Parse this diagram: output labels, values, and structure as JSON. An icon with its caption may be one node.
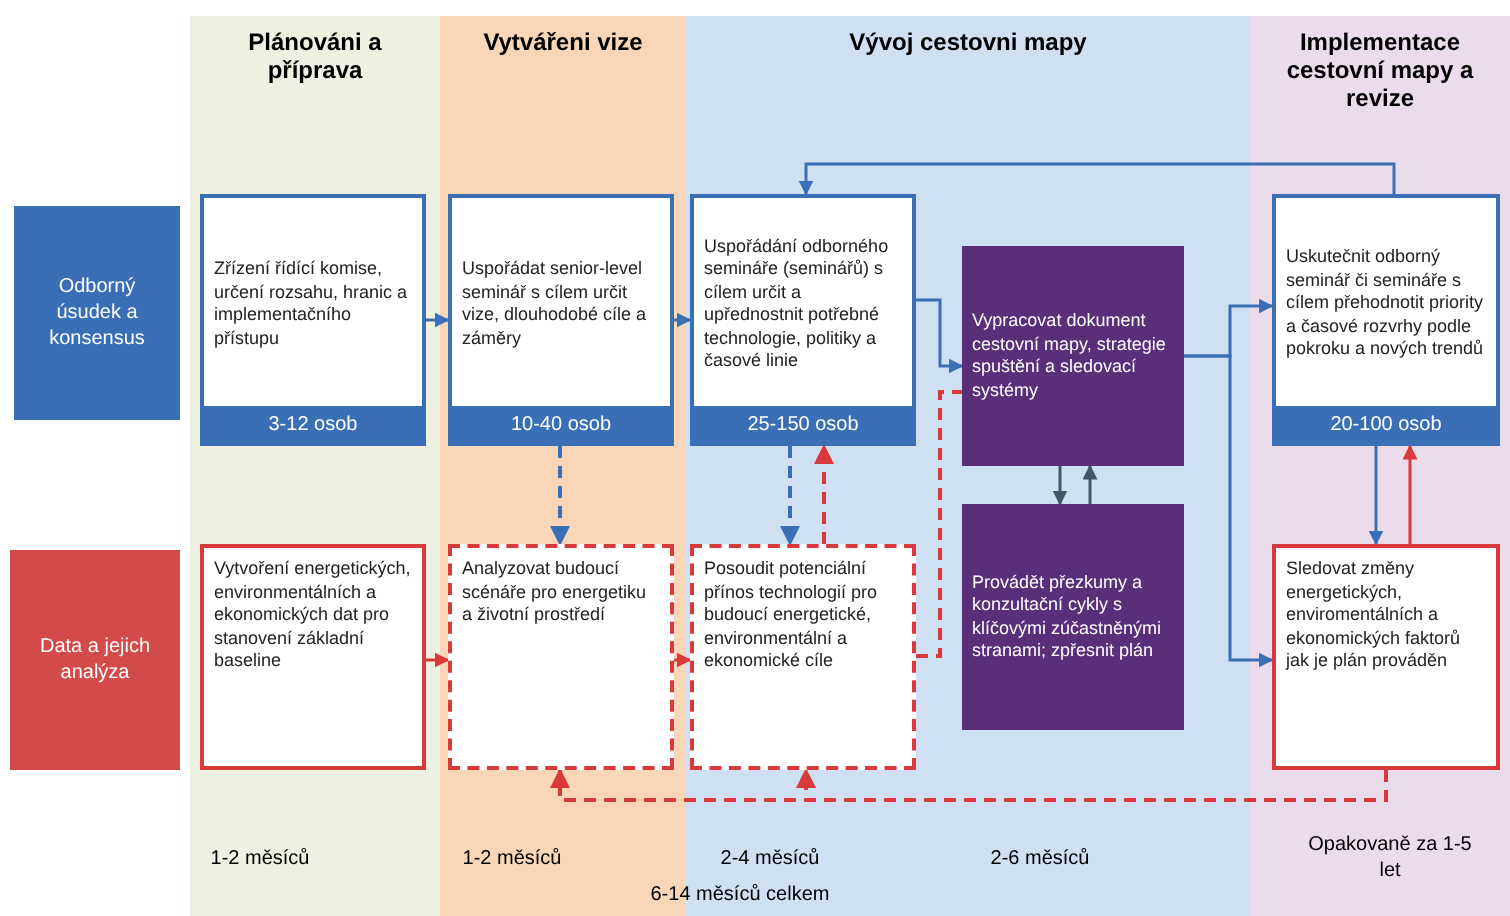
{
  "diagram": {
    "nodes": [
      {
        "text": [
          "Plánováni a příprava"
        ]
      },
      {
        "text": [
          "Vytvářeni vize"
        ]
      },
      {
        "text": [
          "Vývoj cestovni mapy"
        ]
      },
      {
        "text": [
          "Implementace cestovní mapy a revize"
        ]
      },
      {
        "text": [
          "Odborný úsudek a konsensus"
        ]
      },
      {
        "text": [
          "Data a jejich analýza"
        ]
      },
      {
        "text": [
          "Zřízení řídící komise, určení rozsahu, hranic a implementačního přístupu",
          "3-12 osob"
        ],
        "in": 0
      },
      {
        "text": [
          "Uspořádat senior-level seminář s cílem určit vize, dlouhodobé cíle a záměry",
          "10-40 osob"
        ],
        "in": 1
      },
      {
        "text": [
          "Uspořádání odborného semináře (seminářů) s cílem určit a upřednostnit potřebné technologie, politiky a časové linie",
          "25-150 osob"
        ],
        "in": 2
      },
      {
        "text": [
          "Vypracovat dokument cestovní mapy, strategie spuštění a sledovací systémy"
        ],
        "in": 2
      },
      {
        "text": [
          "Provádět přezkumy a konzultační cykly s klíčovými zúčastněnými stranami; zpřesnit plán"
        ],
        "in": 2
      },
      {
        "text": [
          "Uskutečnit odborný seminář či semináře s cílem přehodnotit priority a časové rozvrhy podle pokroku a nových trendů",
          "20-100 osob"
        ],
        "in": 3
      },
      {
        "text": [
          "Vytvoření energetických, environmentálních a ekonomických dat pro stanovení základní baseline"
        ],
        "in": 0
      },
      {
        "text": [
          "Analyzovat budoucí scénáře pro energetiku a životní prostředí"
        ],
        "in": 1
      },
      {
        "text": [
          "Posoudit potenciální přínos technologií pro budoucí energetické, environmentální a ekonomické cíle"
        ],
        "in": 2
      },
      {
        "text": [
          "Sledovat změny energetických, enviromentálních a ekonomických faktorů jak je plán prováděn"
        ],
        "in": 3
      }
    ],
    "edges": [
      {
        "from": 6,
        "to": 7,
        "arrow": "to"
      },
      {
        "from": 7,
        "to": 8,
        "arrow": "to"
      },
      {
        "from": 8,
        "to": 9,
        "arrow": "to"
      },
      {
        "from": 9,
        "to": 11,
        "arrow": "to"
      },
      {
        "from": 9,
        "to": 15,
        "arrow": "to"
      },
      {
        "from": 11,
        "to": 8,
        "arrow": "to"
      },
      {
        "from": 9,
        "to": 10,
        "arrow": "to",
        "color": "#44546a"
      },
      {
        "from": 10,
        "to": 9,
        "arrow": "to",
        "color": "#44546a"
      },
      {
        "from": 7,
        "to": 13,
        "arrow": "to",
        "style": "dashed"
      },
      {
        "from": 8,
        "to": 14,
        "arrow": "to",
        "style": "dashed"
      },
      {
        "from": 14,
        "to": 8,
        "arrow": "to",
        "style": "dashed",
        "color": "#d9393b"
      },
      {
        "from": 11,
        "to": 15,
        "arrow": "to"
      },
      {
        "from": 15,
        "to": 11,
        "arrow": "to",
        "color": "#d9393b"
      },
      {
        "from": 12,
        "to": 13,
        "arrow": "to",
        "color": "#d9393b"
      },
      {
        "from": 13,
        "to": 14,
        "arrow": "to",
        "color": "#d9393b"
      },
      {
        "from": 14,
        "to": 9,
        "arrow": "none",
        "style": "dashed",
        "color": "#d9393b"
      },
      {
        "from": 15,
        "to": 13,
        "arrow": "to",
        "style": "dashed",
        "color": "#d9393b"
      },
      {
        "from": 15,
        "to": 14,
        "arrow": "to",
        "style": "dashed",
        "color": "#d9393b"
      }
    ],
    "labels": [
      "1-2 měsíců",
      "1-2 měsíců",
      "2-4 měsíců",
      "2-6 měsíců",
      "Opakovaně za 1-5 let",
      "6-14 měsíců celkem"
    ]
  }
}
